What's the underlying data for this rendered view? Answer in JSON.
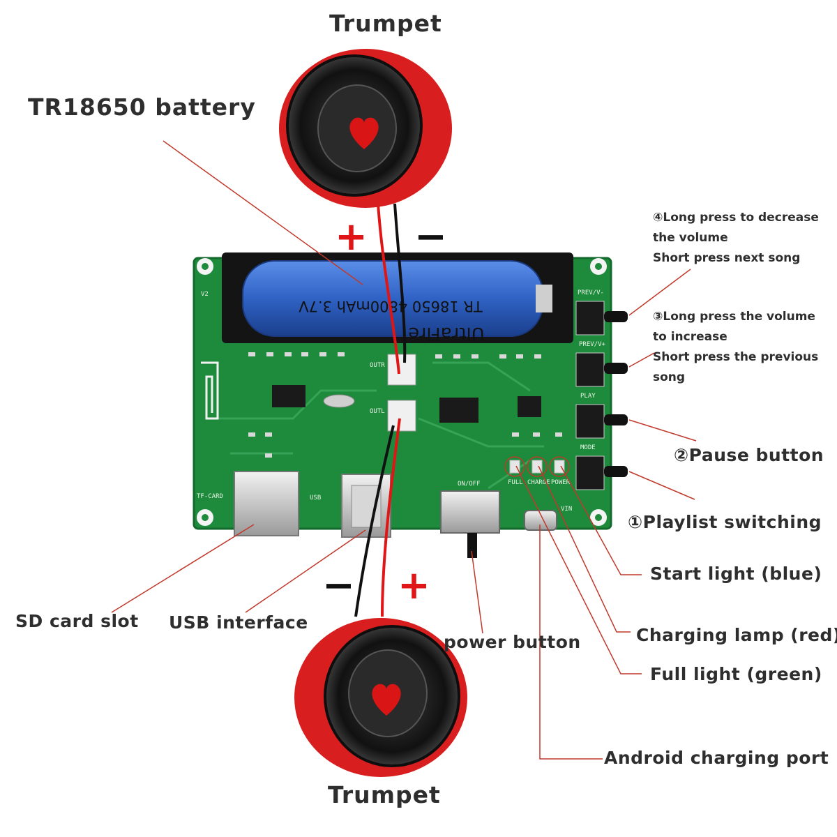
{
  "title_top": "Trumpet",
  "title_bottom": "Trumpet",
  "battery_label": "TR18650 battery",
  "battery_print": "TR 18650 4800mAh 3.7V",
  "battery_brand": "UltraFire",
  "polarity": {
    "plus": "+",
    "minus": "−"
  },
  "button_notes": {
    "prev_line1": "④Long press to decrease",
    "prev_line2": "the volume",
    "prev_line3": "Short press next song",
    "next_line1": "③Long press the volume",
    "next_line2": "to increase",
    "next_line3": "Short press the previous",
    "next_line4": "song"
  },
  "labels": {
    "pause": "②Pause button",
    "playlist": "①Playlist switching",
    "start_light": "Start light (blue)",
    "charging_lamp": "Charging lamp (red)",
    "full_light": "Full light (green)",
    "android_port": "Android charging port",
    "power_button": "power button",
    "usb": "USB interface",
    "sd": "SD card slot"
  },
  "silkscreen": {
    "prev": "PREV/V-",
    "next": "PREV/V+",
    "play": "PLAY",
    "mode": "MODE",
    "tf": "TF-CARD",
    "usb": "USB",
    "onoff": "ON/OFF",
    "vin": "VIN",
    "full": "FULL",
    "charge": "CHARGE",
    "power": "POWER",
    "outr": "OUTR",
    "outl": "OUTL",
    "v2": "V2"
  },
  "colors": {
    "pcb": "#1e8a3c",
    "speaker_red": "#d81e1e",
    "battery_blue": "#2f62c4",
    "wire_red": "#e01515",
    "wire_black": "#111111",
    "leader": "#c0392b"
  }
}
